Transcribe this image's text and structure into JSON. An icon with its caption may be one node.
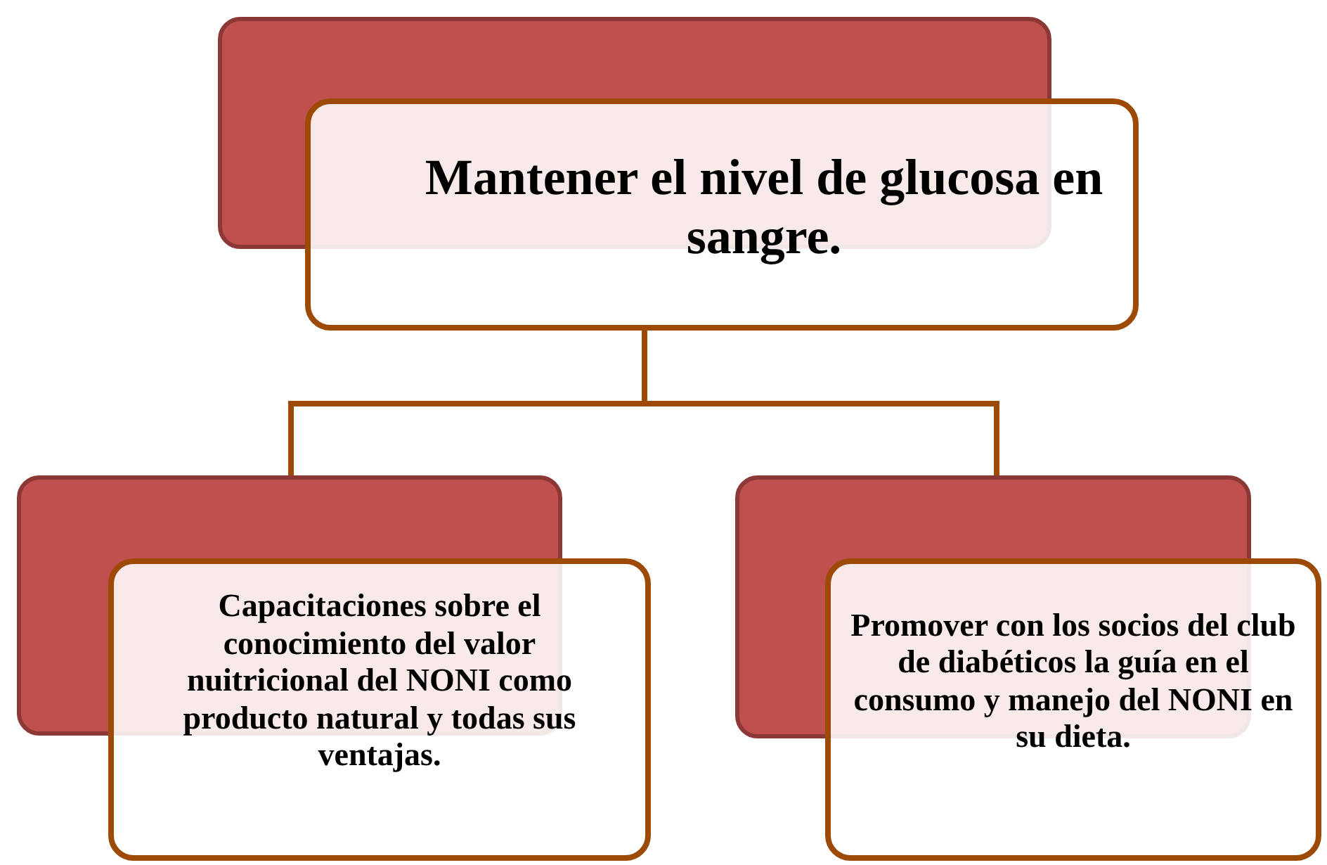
{
  "diagram": {
    "nodes": [
      {
        "text": [
          "Mantener el nivel de glucosa en sangre."
        ]
      },
      {
        "text": [
          "Capacitaciones sobre el conocimiento del valor nuitricional del NONI como producto natural y todas sus ventajas."
        ]
      },
      {
        "text": [
          "Promover con los socios del club de diabéticos la guía en el consumo y manejo del NONI en su dieta."
        ]
      }
    ],
    "edges": [
      {
        "from": 0,
        "to": 1,
        "arrow": "none"
      },
      {
        "from": 0,
        "to": 2,
        "arrow": "none"
      }
    ]
  }
}
